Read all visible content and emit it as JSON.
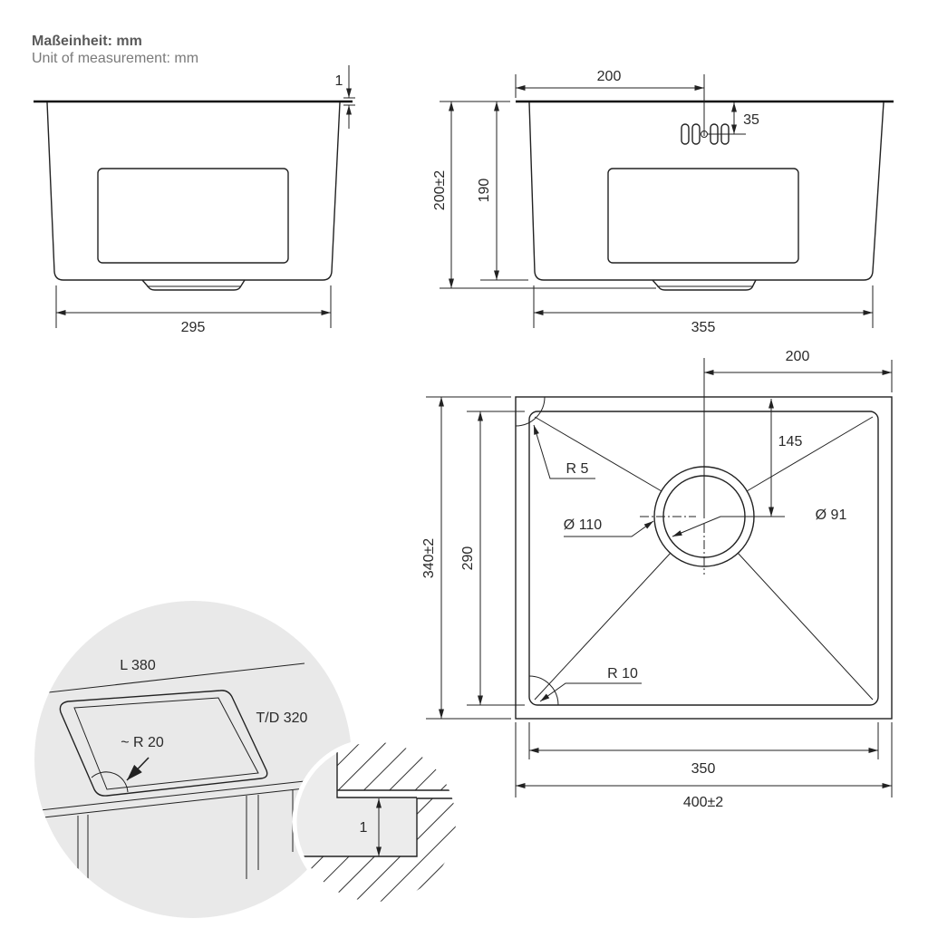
{
  "header": {
    "unit_de": "Maßeinheit: mm",
    "unit_en": "Unit of measurement: mm"
  },
  "front_view": {
    "rim_thickness": "1",
    "width": "295"
  },
  "side_view": {
    "drain_offset": "200",
    "overflow_height": "35",
    "total_height": "200±2",
    "inner_depth": "190",
    "width": "355"
  },
  "top_view": {
    "drain_offset_x": "200",
    "drain_offset_y": "145",
    "corner_radius_outer": "R 5",
    "drain_outer_diameter": "Ø 110",
    "drain_inner_diameter": "Ø 91",
    "total_depth": "340±2",
    "inner_depth": "290",
    "corner_radius_inner": "R 10",
    "inner_width": "350",
    "total_width": "400±2"
  },
  "detail": {
    "length": "L 380",
    "depth": "T/D 320",
    "corner_radius": "~ R 20",
    "rim_thickness": "1"
  },
  "colors": {
    "line": "#222222",
    "detail_background": "#e9e9e9",
    "header_bold": "#5a5a5a",
    "header_light": "#7a7a7a"
  }
}
